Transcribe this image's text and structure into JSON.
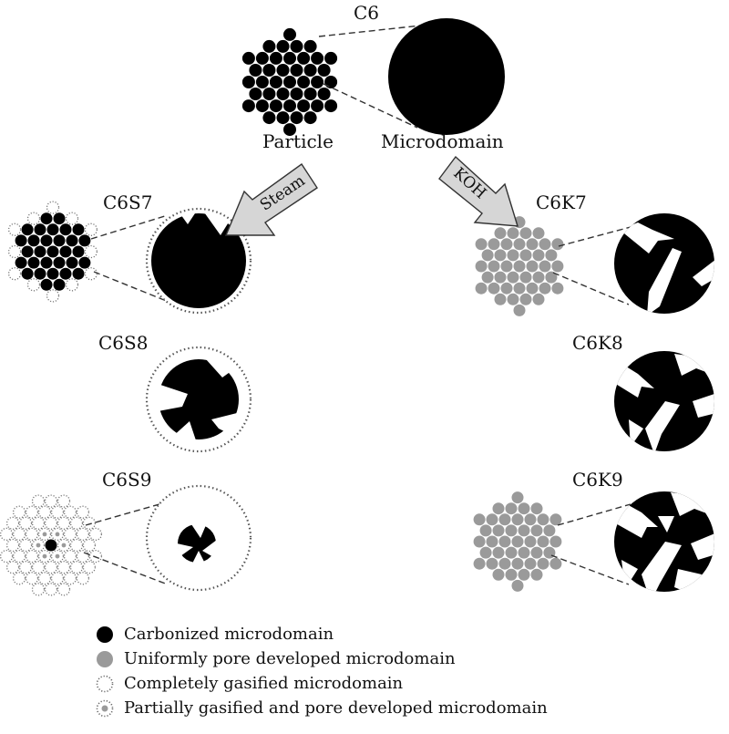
{
  "labels": {
    "c6": "C6",
    "particle": "Particle",
    "microdomain": "Microdomain",
    "c6s7": "C6S7",
    "c6s8": "C6S8",
    "c6s9": "C6S9",
    "c6k7": "C6K7",
    "c6k8": "C6K8",
    "c6k9": "C6K9"
  },
  "arrows": {
    "steam": "Steam",
    "koh": "KOH"
  },
  "legend": [
    {
      "icon": "black-dot-icon",
      "text": "Carbonized microdomain"
    },
    {
      "icon": "gray-dot-icon",
      "text": "Uniformly pore developed microdomain"
    },
    {
      "icon": "open-dotted-circle-icon",
      "text": "Completely gasified microdomain"
    },
    {
      "icon": "dotted-circle-gray-center-icon",
      "text": "Partially gasified and pore developed microdomain"
    }
  ],
  "colors": {
    "carbonized": "#000000",
    "pore_developed": "#9a9a9a",
    "arrow_fill": "#d6d6d6"
  }
}
